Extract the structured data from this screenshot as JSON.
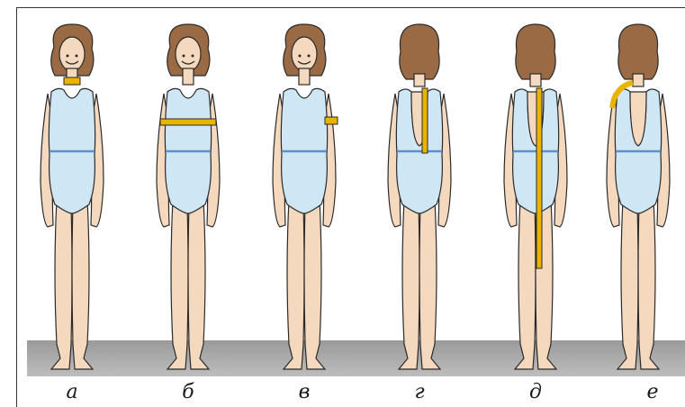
{
  "figures": [
    {
      "caption": "а",
      "view": "front",
      "measure": "neck"
    },
    {
      "caption": "б",
      "view": "front",
      "measure": "chest"
    },
    {
      "caption": "в",
      "view": "front",
      "measure": "upper-arm"
    },
    {
      "caption": "г",
      "view": "back",
      "measure": "back-length-to-waist"
    },
    {
      "caption": "д",
      "view": "back",
      "measure": "back-length-full"
    },
    {
      "caption": "е",
      "view": "back",
      "measure": "shoulder"
    }
  ],
  "colors": {
    "hair": "#9a6a45",
    "skin": "#f5d9bf",
    "swimsuit": "#cfe7f5",
    "waistband": "#5b8fc7",
    "tape": "#e8b400",
    "floor": "#a8a8a8",
    "outline": "#2a2a2a"
  }
}
